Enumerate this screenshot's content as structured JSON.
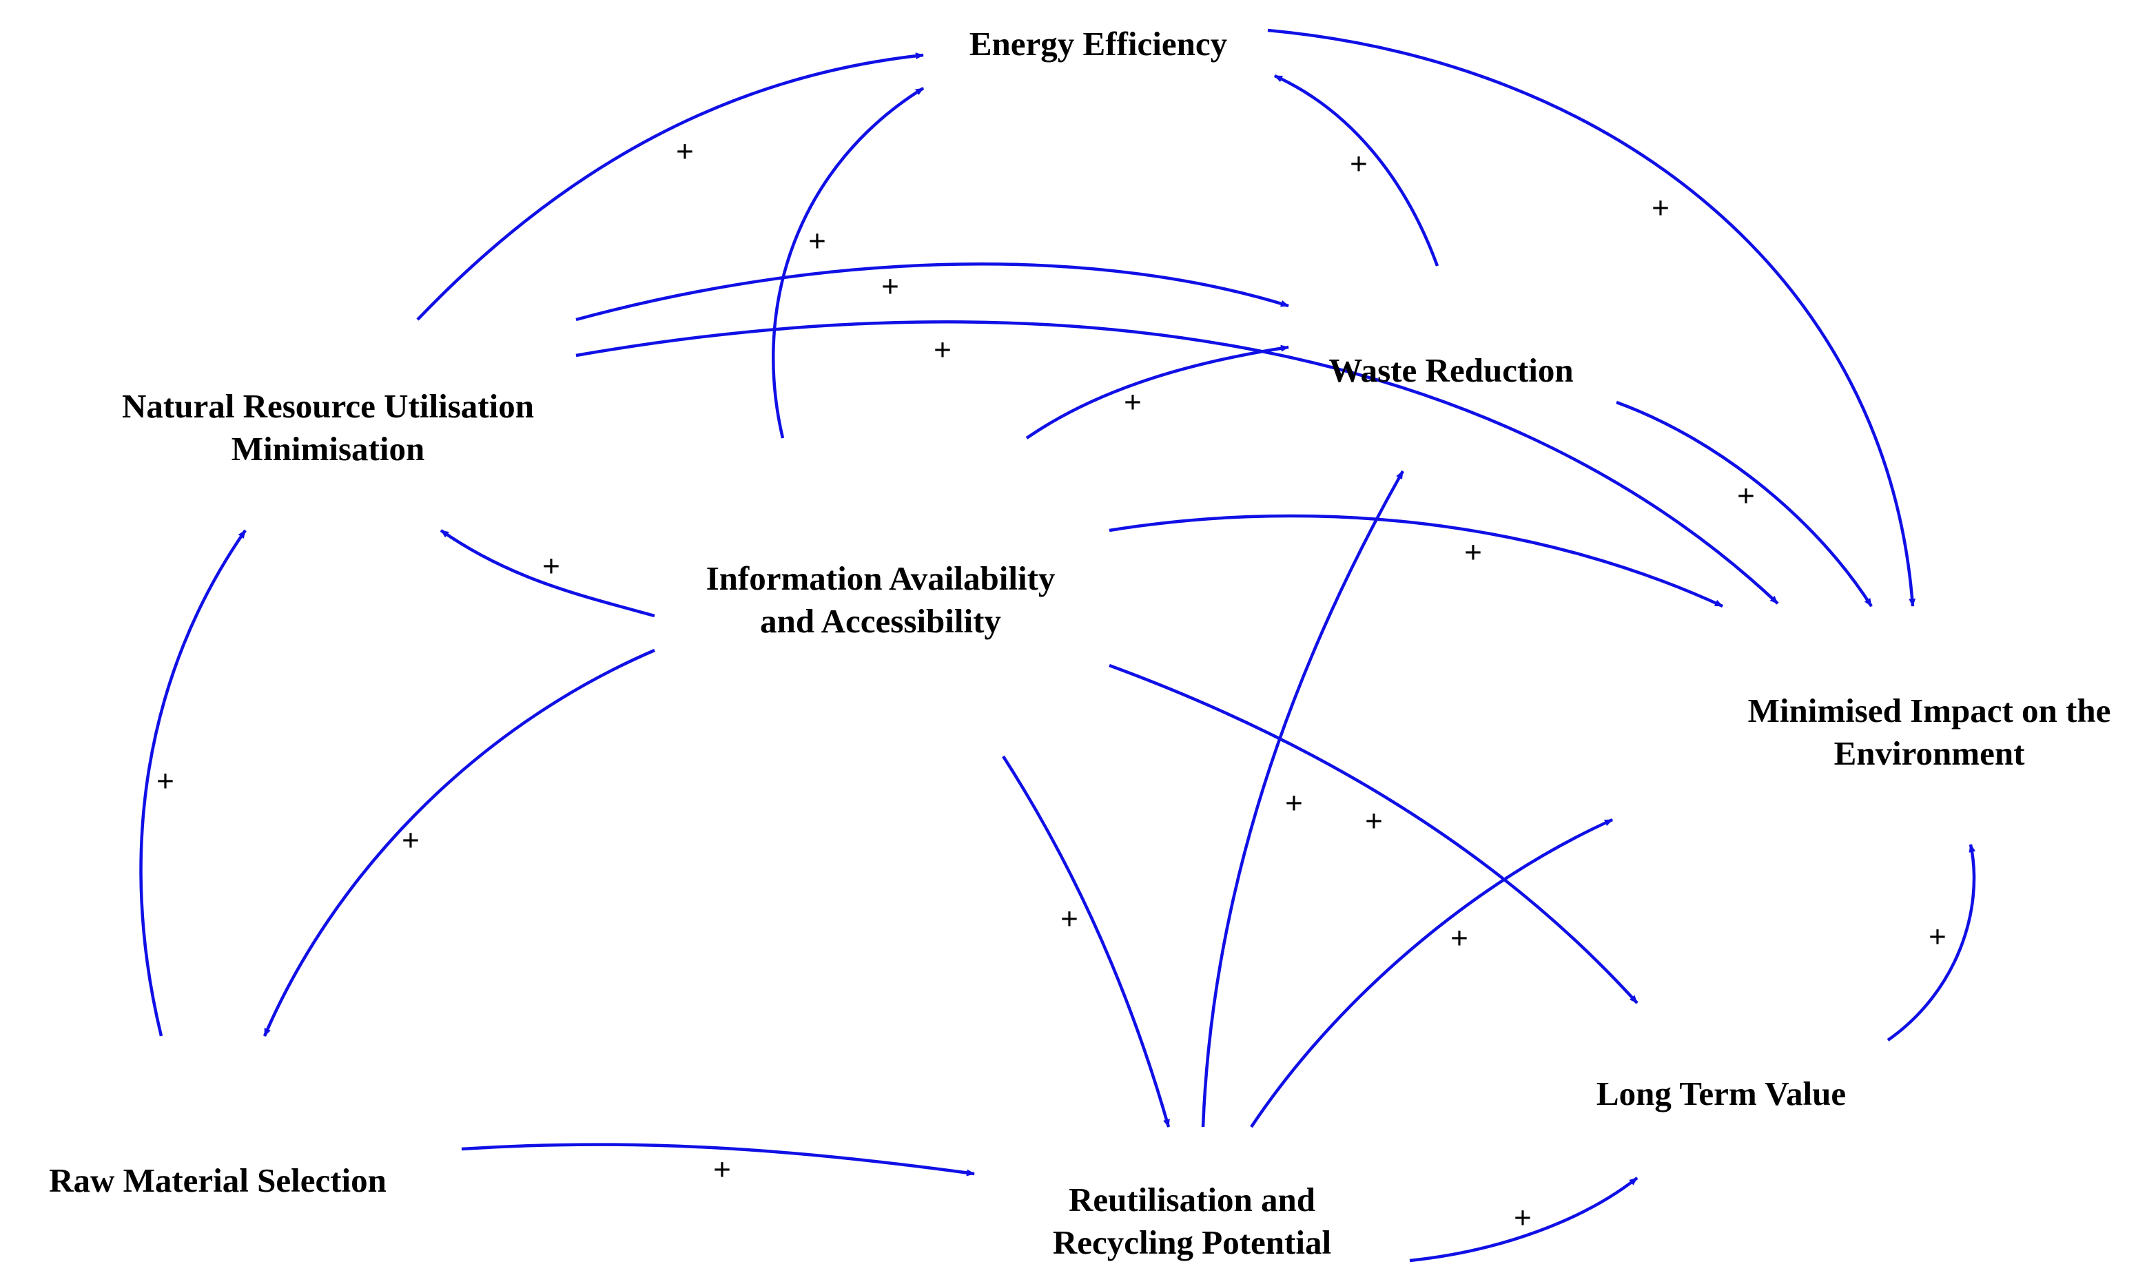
{
  "colors": {
    "link": "#1010e6",
    "text": "#000000",
    "background": "#ffffff"
  },
  "nodes": {
    "energy_efficiency": [
      "Energy Efficiency"
    ],
    "waste_reduction": [
      "Waste Reduction"
    ],
    "natural_resource": [
      "Natural Resource Utilisation",
      "Minimisation"
    ],
    "information": [
      "Information Availability",
      "and Accessibility"
    ],
    "minimised_impact": [
      "Minimised Impact on the",
      "Environment"
    ],
    "raw_material": [
      "Raw Material Selection"
    ],
    "long_term_value": [
      "Long Term Value"
    ],
    "reutilisation": [
      "Reutilisation and",
      "Recycling Potential"
    ]
  },
  "links": [
    {
      "from": "natural_resource",
      "to": "energy_efficiency",
      "polarity": "+"
    },
    {
      "from": "information",
      "to": "energy_efficiency",
      "polarity": "+"
    },
    {
      "from": "waste_reduction",
      "to": "energy_efficiency",
      "polarity": "+"
    },
    {
      "from": "energy_efficiency",
      "to": "minimised_impact",
      "polarity": "+"
    },
    {
      "from": "natural_resource",
      "to": "waste_reduction",
      "polarity": "+"
    },
    {
      "from": "natural_resource",
      "to": "minimised_impact",
      "polarity": "+"
    },
    {
      "from": "information",
      "to": "waste_reduction",
      "polarity": "+"
    },
    {
      "from": "waste_reduction",
      "to": "minimised_impact",
      "polarity": "+"
    },
    {
      "from": "information",
      "to": "natural_resource",
      "polarity": "+"
    },
    {
      "from": "information",
      "to": "minimised_impact",
      "polarity": "+"
    },
    {
      "from": "raw_material",
      "to": "natural_resource",
      "polarity": "+"
    },
    {
      "from": "information",
      "to": "raw_material",
      "polarity": "+"
    },
    {
      "from": "reutilisation",
      "to": "waste_reduction",
      "polarity": "+"
    },
    {
      "from": "information",
      "to": "long_term_value",
      "polarity": "+"
    },
    {
      "from": "information",
      "to": "reutilisation",
      "polarity": "+"
    },
    {
      "from": "reutilisation",
      "to": "minimised_impact",
      "polarity": "+"
    },
    {
      "from": "long_term_value",
      "to": "minimised_impact",
      "polarity": "+"
    },
    {
      "from": "raw_material",
      "to": "reutilisation",
      "polarity": "+"
    },
    {
      "from": "reutilisation",
      "to": "long_term_value",
      "polarity": "+"
    }
  ]
}
